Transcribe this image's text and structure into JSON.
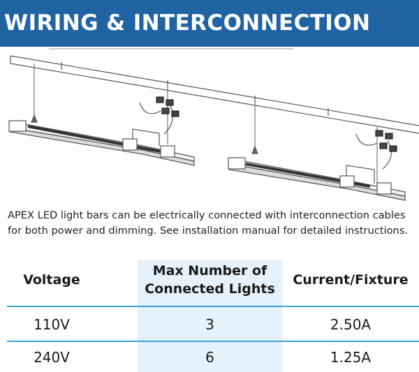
{
  "header": {
    "title": "WIRING & INTERCONNECTION"
  },
  "description": "APEX LED light bars can be electrically connected with interconnection cables for both power and dimming. See installation manual for detailed instructions.",
  "table": {
    "headers": {
      "voltage": "Voltage",
      "max_lights": "Max Number of Connected Lights",
      "current": "Current/Fixture"
    },
    "rows": [
      {
        "voltage": "110V",
        "max_lights": "3",
        "current": "2.50A"
      },
      {
        "voltage": "240V",
        "max_lights": "6",
        "current": "1.25A"
      }
    ]
  },
  "colors": {
    "header_bg": "#1f63a3",
    "header_text": "#ffffff",
    "accent_rule": "#3aa0d8",
    "column_shade": "#e6f2fb"
  }
}
